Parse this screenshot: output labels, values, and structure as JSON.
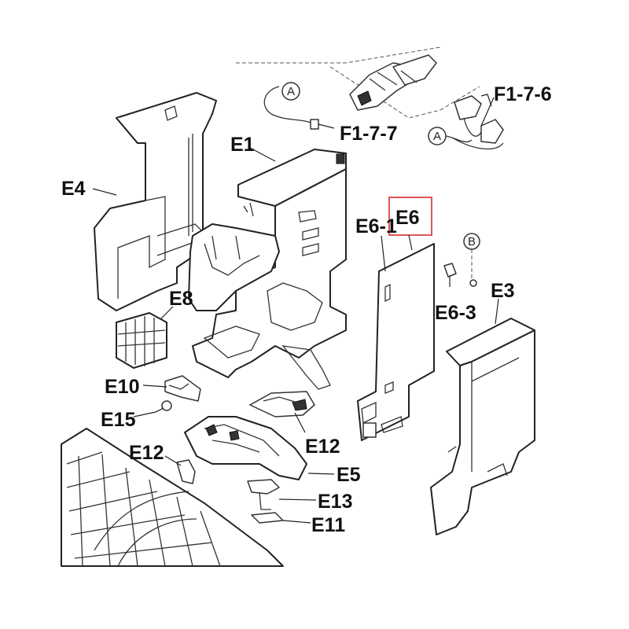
{
  "labels": {
    "e1": "E1",
    "e3": "E3",
    "e4": "E4",
    "e5": "E5",
    "e6": "E6",
    "e6_1": "E6-1",
    "e6_3": "E6-3",
    "e8": "E8",
    "e10": "E10",
    "e11": "E11",
    "e12_right": "E12",
    "e12_left": "E12",
    "e13": "E13",
    "e15": "E15",
    "f1_7_6": "F1-7-6",
    "f1_7_7": "F1-7-7"
  },
  "connectors": {
    "a_top": "A",
    "a_right": "A",
    "b": "B"
  },
  "highlight": {
    "part": "E6",
    "color": "#e05555"
  }
}
